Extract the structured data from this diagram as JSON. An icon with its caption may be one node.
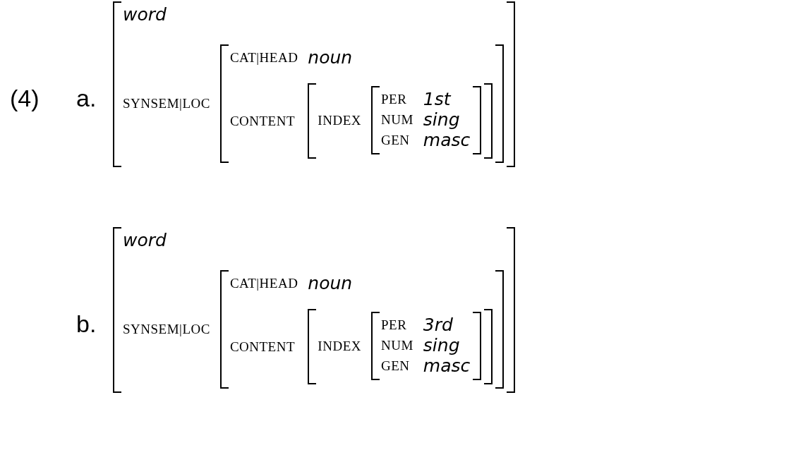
{
  "diagram": {
    "nodes": [
      {
        "text": [
          "word",
          "SYNSEM|LOC"
        ]
      },
      {
        "text": [
          "CAT|HEAD",
          "noun",
          "CONTENT"
        ],
        "in": 0
      },
      {
        "text": [
          "INDEX"
        ],
        "in": 1
      },
      {
        "text": [
          "PER",
          "1st",
          "NUM",
          "sing",
          "GEN",
          "masc"
        ],
        "in": 2
      },
      {
        "text": [
          "word",
          "SYNSEM|LOC"
        ]
      },
      {
        "text": [
          "CAT|HEAD",
          "noun",
          "CONTENT"
        ],
        "in": 4
      },
      {
        "text": [
          "INDEX"
        ],
        "in": 5
      },
      {
        "text": [
          "PER",
          "3rd",
          "NUM",
          "sing",
          "GEN",
          "masc"
        ],
        "in": 6
      }
    ],
    "edges": [],
    "labels": [
      "(4)",
      "a.",
      "b."
    ]
  }
}
